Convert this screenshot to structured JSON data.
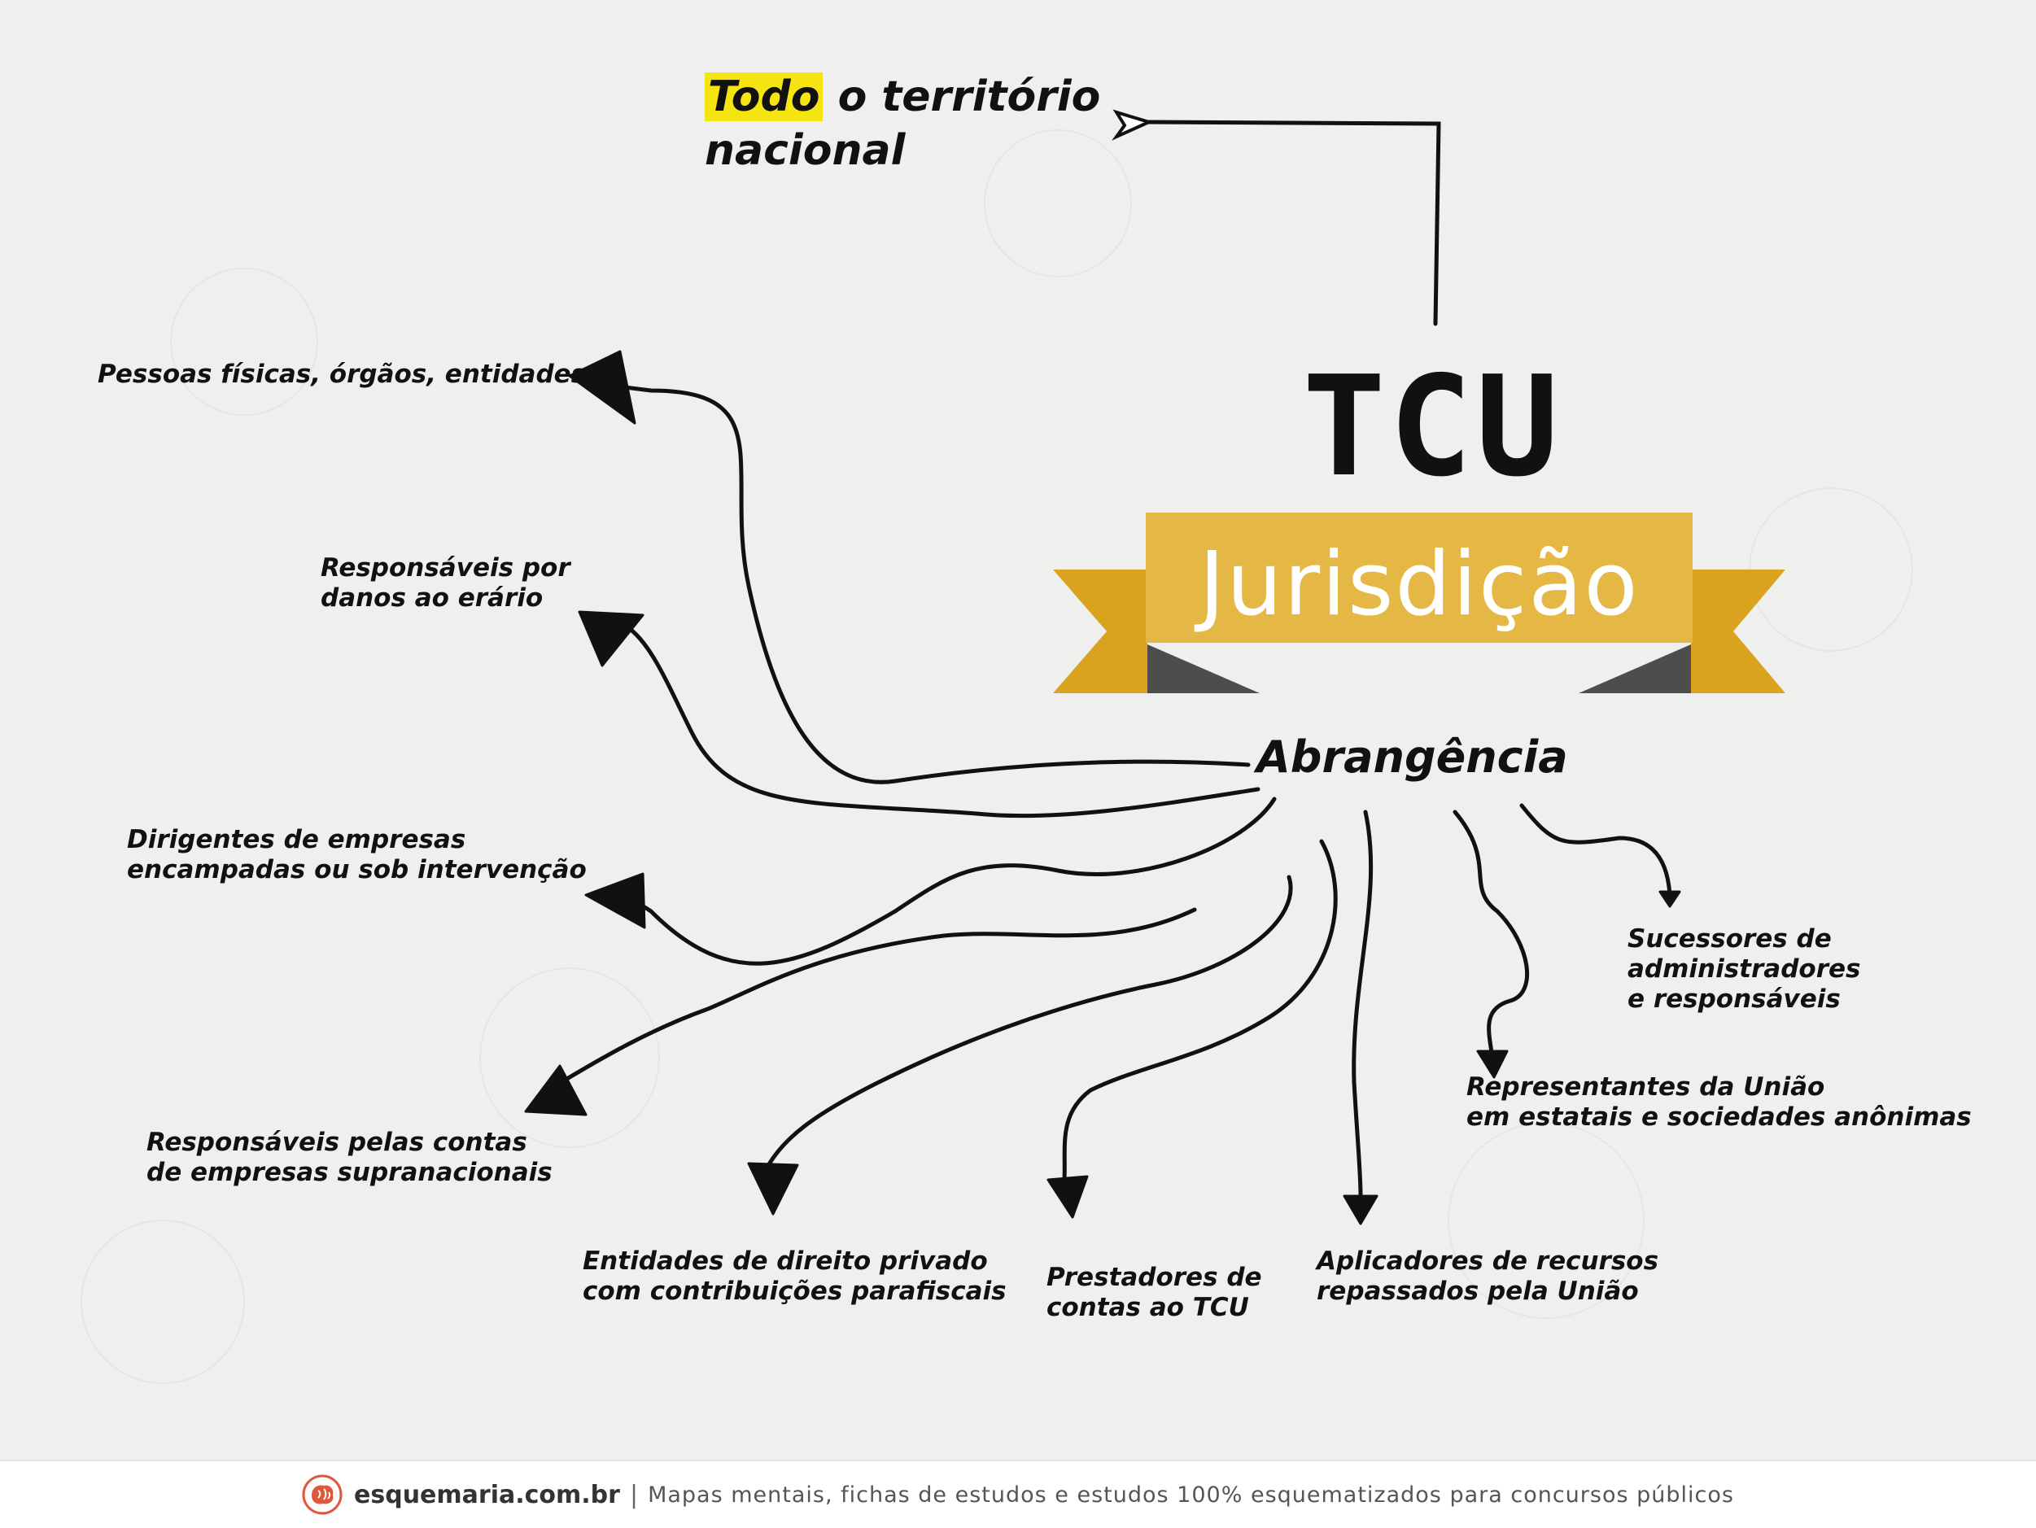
{
  "top": {
    "highlight": "Todo",
    "rest": "o território",
    "line2": "nacional"
  },
  "title": "TCU",
  "banner": {
    "label": "Jurisdição",
    "color": "#e5b745",
    "dark_color": "#d9a31f",
    "fold_color": "#4d4d4d"
  },
  "hub": "Abrangência",
  "nodes": [
    {
      "id": "pessoas",
      "text": "Pessoas físicas, órgãos, entidades"
    },
    {
      "id": "danos",
      "text": "Responsáveis por\ndanos ao erário"
    },
    {
      "id": "dirigentes",
      "text": "Dirigentes de empresas\nencampadas ou sob intervenção"
    },
    {
      "id": "supranacionais",
      "text": "Responsáveis pelas contas\nde empresas supranacionais"
    },
    {
      "id": "privado",
      "text": "Entidades de direito privado\ncom contribuições parafiscais"
    },
    {
      "id": "prestadores",
      "text": "Prestadores de\ncontas ao TCU"
    },
    {
      "id": "aplicadores",
      "text": "Aplicadores de recursos\nrepassados pela União"
    },
    {
      "id": "representantes",
      "text": "Representantes da União\nem estatais e sociedades anônimas"
    },
    {
      "id": "sucessores",
      "text": "Sucessores de\nadministradores\ne responsáveis"
    }
  ],
  "footer": {
    "site": "esquemaria.com.br",
    "separator": "|",
    "tagline": "Mapas mentais, fichas de estudos e estudos 100% esquematizados para concursos públicos",
    "logo_icon": "brain-icon"
  }
}
